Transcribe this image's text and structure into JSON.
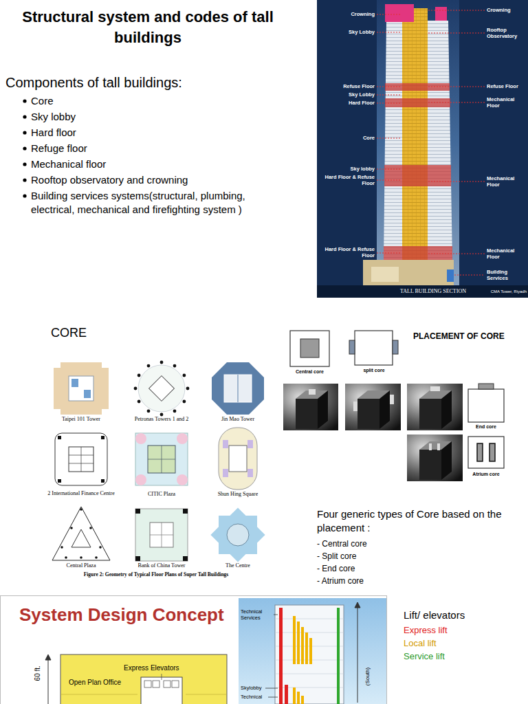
{
  "diagram": {
    "title": "Structural system and codes of tall buildings",
    "labels": [
      "Components of tall buildings:",
      "Core",
      "Sky lobby",
      "Hard floor",
      "Refuge floor",
      "Mechanical floor",
      "Rooftop observatory and crowning",
      "Building services systems(structural, plumbing, electrical, mechanical and firefighting system )",
      "Crowning",
      "Sky Lobby",
      "Refuse Floor",
      "Sky Lobby",
      "Hard Floor",
      "Core",
      "Sky lobby",
      "Hard Floor & Refuse Floor",
      "Hard Floor & Refuse Floor",
      "Crowning",
      "Rooftop Observatory",
      "Refuse Floor",
      "Mechanical Floor",
      "Mechanical Floor",
      "Mechanical Floor",
      "Building Services",
      "TALL BUILDING SECTION",
      "CMA Tower, Riyadh",
      "CORE",
      "Taipei 101 Tower",
      "Petronas Towers 1 and 2",
      "Jin Mao Tower",
      "2 International Finance Centre",
      "CITIC Plaza",
      "Shun Hing Square",
      "Central Plaza",
      "Bank of China Tower",
      "The Centre",
      "Figure 2: Geometry of Typical Floor Plans of Super Tall Buildings",
      "PLACEMENT OF CORE",
      "Central core",
      "split core",
      "End core",
      "Atrium core",
      "Four generic types of Core based on the placement :",
      "- Central core",
      "- Split core",
      "- End core",
      "- Atrium core",
      "System Design Concept",
      "60 ft.",
      "Express Elevators",
      "Open Plan Office",
      "Technical Services",
      "Skylobby",
      "Technical",
      "(South)",
      "Lift/ elevators",
      "Express lift",
      "Local lift",
      "Service lift"
    ]
  }
}
